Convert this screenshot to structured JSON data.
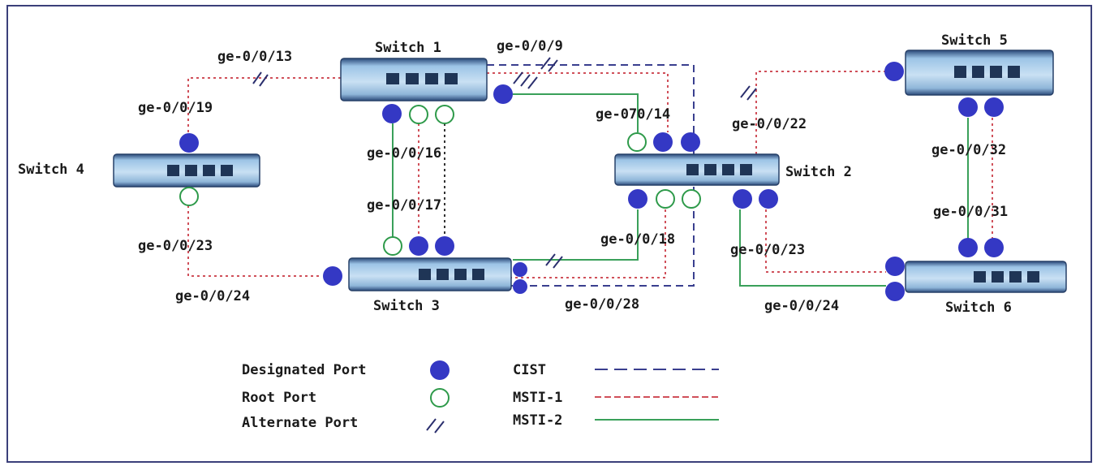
{
  "switches": {
    "s1": "Switch 1",
    "s2": "Switch 2",
    "s3": "Switch 3",
    "s4": "Switch 4",
    "s5": "Switch 5",
    "s6": "Switch 6"
  },
  "ports": {
    "p13": "ge-0/0/13",
    "p9": "ge-0/0/9",
    "p19": "ge-0/0/19",
    "p14": "ge-070/14",
    "p22": "ge-0/0/22",
    "p16": "ge-0/0/16",
    "p32": "ge-0/0/32",
    "p17": "ge-0/0/17",
    "p31": "ge-0/0/31",
    "p23_left": "ge-0/0/23",
    "p18": "ge-0/0/18",
    "p23_right": "ge-0/0/23",
    "p24_left": "ge-0/0/24",
    "p28": "ge-0/0/28",
    "p24_right": "ge-0/0/24"
  },
  "legend": {
    "designated": "Designated Port",
    "root": "Root Port",
    "alternate": "Alternate Port",
    "cist": "CIST",
    "msti1": "MSTI-1",
    "msti2": "MSTI-2"
  },
  "colors": {
    "cist": "#3a3f8f",
    "msti1": "#d0505a",
    "msti2": "#3aa05a",
    "designated": "#3438c4",
    "root": "#2e9a4a"
  }
}
